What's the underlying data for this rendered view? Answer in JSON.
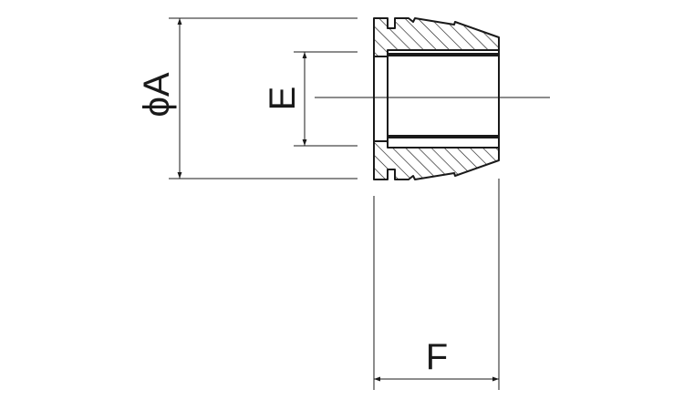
{
  "dimensions": {
    "diameter_a": "ϕA",
    "bore_e": "E",
    "length_f": "F"
  },
  "colors": {
    "ink": "#1a1a1a",
    "background": "#ffffff"
  }
}
